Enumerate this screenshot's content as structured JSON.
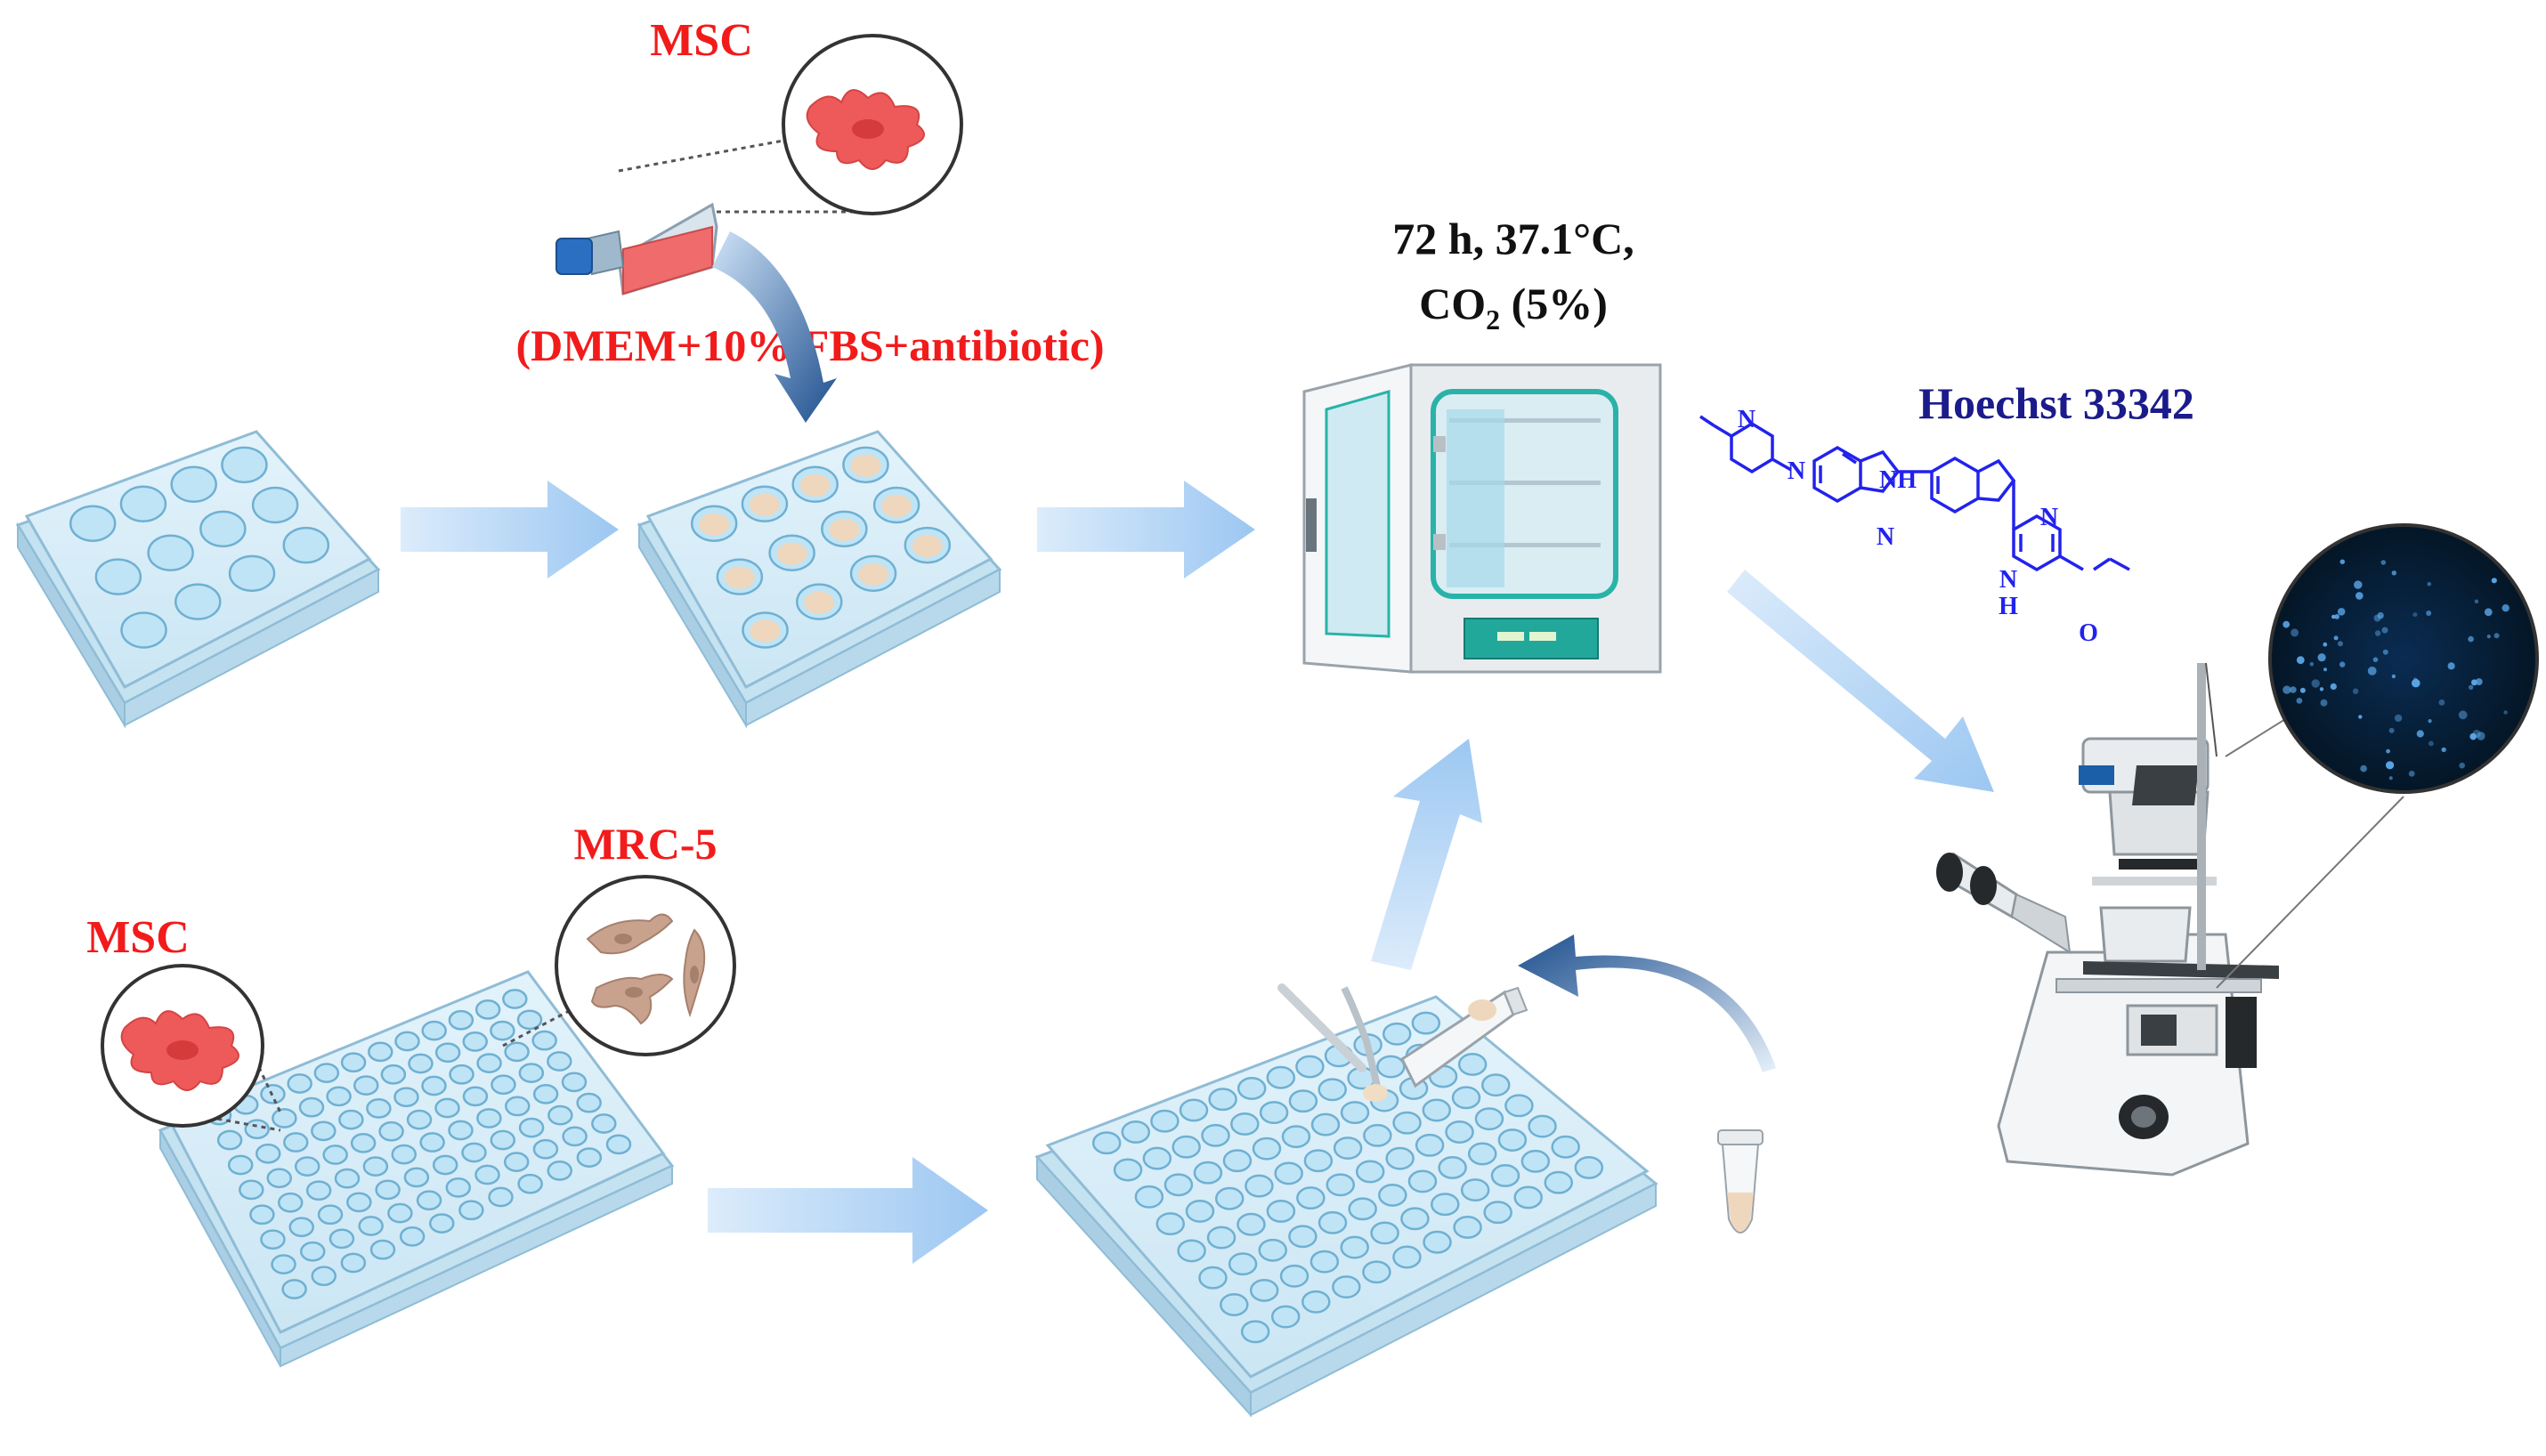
{
  "labels": {
    "msc_top": "MSC",
    "medium": "(DMEM+10% FBS+antibiotic)",
    "incubation_line1": "72 h, 37.1°C,",
    "incubation_line2_pre": "CO",
    "incubation_line2_sub": "2",
    "incubation_line2_post": " (5%)",
    "stain": "Hoechst 33342",
    "mrc5": "MRC-5",
    "msc_bottom": "MSC"
  },
  "molecule": {
    "nh_top": "NH",
    "n_right": "N",
    "n_left": "N",
    "n_lower": "N",
    "h_lower": "H",
    "n_pip": "N",
    "o_atom": "O"
  },
  "colors": {
    "red_label": "#f21b1b",
    "blue_label": "#1b1b8c",
    "arrow": "#a9cdf3",
    "well": "#bfe4f6",
    "plate": "#d4ebf6",
    "cell_pink": "#ee5a5a",
    "cell_tan": "#c9a28d",
    "molecule": "#2222ee"
  }
}
